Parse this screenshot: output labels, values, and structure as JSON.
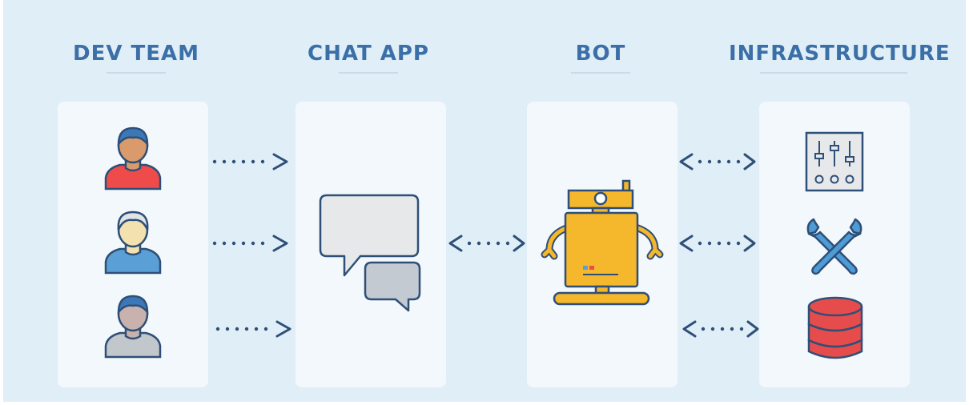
{
  "columns": [
    {
      "id": "dev-team",
      "title": "DEV TEAM"
    },
    {
      "id": "chat-app",
      "title": "CHAT APP"
    },
    {
      "id": "bot",
      "title": "BOT"
    },
    {
      "id": "infrastructure",
      "title": "INFRASTRUCTURE"
    }
  ],
  "dev_team": {
    "members": [
      {
        "icon": "developer-icon",
        "shirt_color": "#ef4b4b",
        "skin_color": "#d99a6c",
        "hair_color": "#3c78b8"
      },
      {
        "icon": "developer-icon",
        "shirt_color": "#5a9fd6",
        "skin_color": "#f3e1b0",
        "hair_color": "#dfe4e6"
      },
      {
        "icon": "developer-icon",
        "shirt_color": "#c2c7cc",
        "skin_color": "#c9b2ad",
        "hair_color": "#3c78b8"
      }
    ]
  },
  "chat_app": {
    "icon": "chat-bubbles-icon"
  },
  "bot": {
    "icon": "robot-icon",
    "body_color": "#f5b72b"
  },
  "infrastructure": {
    "items": [
      {
        "icon": "control-panel-icon"
      },
      {
        "icon": "wrench-icon",
        "color": "#4f9bd6"
      },
      {
        "icon": "database-icon",
        "color": "#e64c4c"
      }
    ]
  },
  "connections": [
    {
      "from": "dev-team",
      "to": "chat-app",
      "direction": "one-way"
    },
    {
      "from": "dev-team",
      "to": "chat-app",
      "direction": "one-way"
    },
    {
      "from": "dev-team",
      "to": "chat-app",
      "direction": "one-way"
    },
    {
      "from": "chat-app",
      "to": "bot",
      "direction": "two-way"
    },
    {
      "from": "bot",
      "to": "infrastructure",
      "direction": "two-way"
    },
    {
      "from": "bot",
      "to": "infrastructure",
      "direction": "two-way"
    },
    {
      "from": "bot",
      "to": "infrastructure",
      "direction": "two-way"
    }
  ],
  "colors": {
    "background": "#e0eef7",
    "card": "#f2f8fc",
    "heading": "#3a6fa8",
    "outline": "#2e4f77"
  }
}
